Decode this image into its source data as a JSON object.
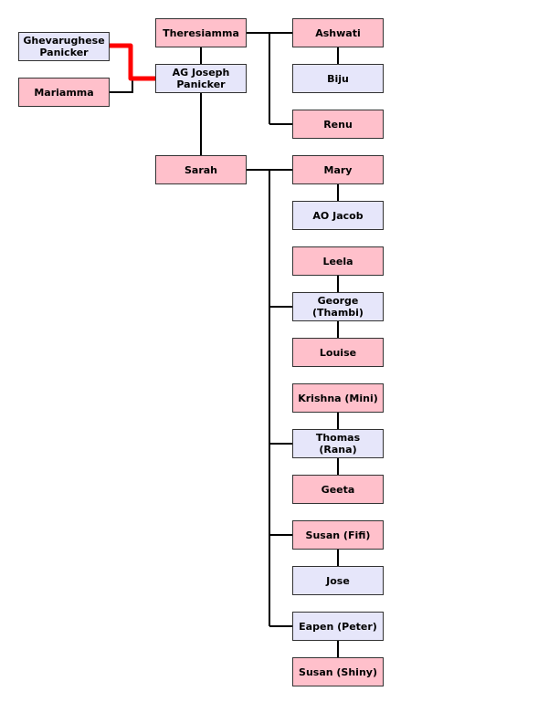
{
  "colors": {
    "female": "#ffc0cb",
    "male": "#e6e6fa",
    "line": "#000000",
    "highlight": "#ff0000"
  },
  "people": {
    "ghevarughese": {
      "name": "Ghevarughese\nPanicker",
      "gender": "male"
    },
    "mariamma": {
      "name": "Mariamma",
      "gender": "female"
    },
    "theresiamma": {
      "name": "Theresiamma",
      "gender": "female"
    },
    "ag_joseph": {
      "name": "AG Joseph\nPanicker",
      "gender": "male"
    },
    "sarah": {
      "name": "Sarah",
      "gender": "female"
    },
    "ashwati": {
      "name": "Ashwati",
      "gender": "female"
    },
    "biju": {
      "name": "Biju",
      "gender": "male"
    },
    "renu": {
      "name": "Renu",
      "gender": "female"
    },
    "mary": {
      "name": "Mary",
      "gender": "female"
    },
    "ao_jacob": {
      "name": "AO Jacob",
      "gender": "male"
    },
    "leela": {
      "name": "Leela",
      "gender": "female"
    },
    "george": {
      "name": "George\n(Thambi)",
      "gender": "male"
    },
    "louise": {
      "name": "Louise",
      "gender": "female"
    },
    "krishna": {
      "name": "Krishna (Mini)",
      "gender": "female"
    },
    "thomas": {
      "name": "Thomas\n(Rana)",
      "gender": "male"
    },
    "geeta": {
      "name": "Geeta",
      "gender": "female"
    },
    "susan_fifi": {
      "name": "Susan (Fifi)",
      "gender": "female"
    },
    "jose": {
      "name": "Jose",
      "gender": "male"
    },
    "eapen": {
      "name": "Eapen (Peter)",
      "gender": "male"
    },
    "susan_shiny": {
      "name": "Susan (Shiny)",
      "gender": "female"
    }
  }
}
